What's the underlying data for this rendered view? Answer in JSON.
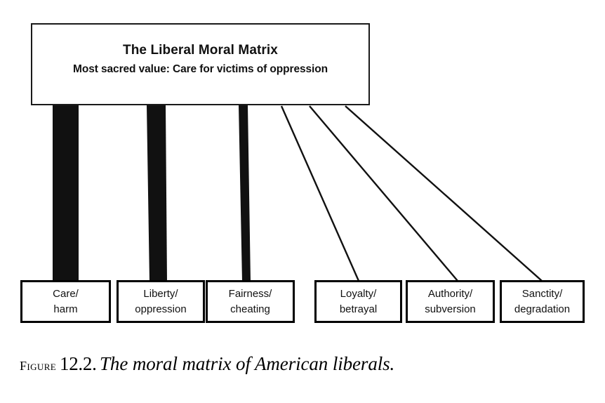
{
  "figure": {
    "matrix": {
      "title": "The Liberal Moral Matrix",
      "subtitle": "Most sacred value: Care for victims of oppression"
    },
    "caption": {
      "figure_label": "Figure",
      "number": "12.2.",
      "text": "The moral matrix of American liberals."
    },
    "foundations": [
      {
        "top": "Care/",
        "bottom": "harm",
        "name": "care-harm",
        "connection": "thick"
      },
      {
        "top": "Liberty/",
        "bottom": "oppression",
        "name": "liberty-oppression",
        "connection": "thick"
      },
      {
        "top": "Fairness/",
        "bottom": "cheating",
        "name": "fairness-cheating",
        "connection": "thick"
      },
      {
        "top": "Loyalty/",
        "bottom": "betrayal",
        "name": "loyalty-betrayal",
        "connection": "thin"
      },
      {
        "top": "Authority/",
        "bottom": "subversion",
        "name": "authority-subversion",
        "connection": "thin"
      },
      {
        "top": "Sanctity/",
        "bottom": "degradation",
        "name": "sanctity-degradation",
        "connection": "thin"
      }
    ],
    "colors": {
      "ink": "#000000",
      "paper": "#ffffff",
      "connector": "#111111"
    }
  }
}
